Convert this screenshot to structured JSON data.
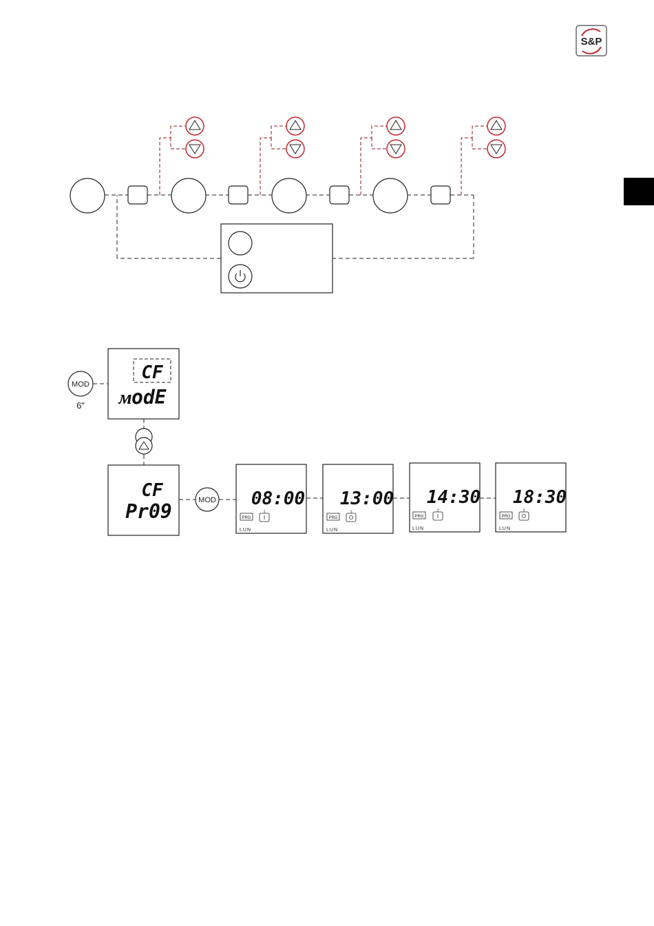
{
  "brand": {
    "logo_text": "S&P",
    "accent_color": "#c1272d"
  },
  "side_tab": {
    "color": "#000000"
  },
  "diagram_top": {
    "up_icon": "triangle-up-icon",
    "down_icon": "triangle-down-icon",
    "power_icon": "power-icon",
    "wire_color": "#8b1a1a"
  },
  "diagram_bottom": {
    "mod_button_label": "MOD",
    "hold_time": "6\"",
    "mode_screen": {
      "line1": "CF",
      "line2": "ᴍodE"
    },
    "prog_screen": {
      "line1": "CF",
      "line2": "Pr09"
    },
    "mod_button2_label": "MOD",
    "time_screens": [
      {
        "time": "08:00",
        "prg": "PRG",
        "index": "1",
        "state": "I",
        "day": "LUN"
      },
      {
        "time": "13:00",
        "prg": "PRG",
        "index": "1",
        "state": "O",
        "day": "LUN"
      },
      {
        "time": "14:30",
        "prg": "PRG",
        "index": "2",
        "state": "I",
        "day": "LUN"
      },
      {
        "time": "18:30",
        "prg": "PRG",
        "index": "2",
        "state": "O",
        "day": "LUN"
      }
    ]
  }
}
